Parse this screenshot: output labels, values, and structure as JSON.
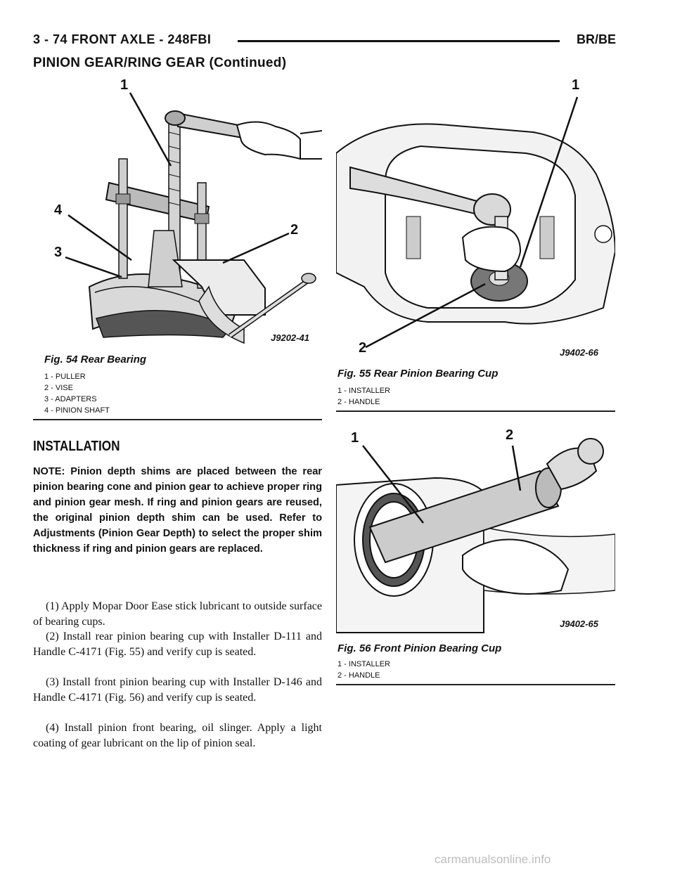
{
  "header": {
    "left": "3 - 74    FRONT AXLE - 248FBI",
    "right": "BR/BE",
    "continued": "PINION GEAR/RING GEAR (Continued)"
  },
  "fig54": {
    "code": "J9202-41",
    "callouts": [
      "1",
      "2",
      "3",
      "4"
    ],
    "title": "Fig. 54 Rear Bearing",
    "legend": [
      "1 - PULLER",
      "2 - VISE",
      "3 - ADAPTERS",
      "4 - PINION SHAFT"
    ]
  },
  "fig55": {
    "code": "J9402-66",
    "callouts": [
      "1",
      "2"
    ],
    "title": "Fig. 55 Rear Pinion Bearing Cup",
    "legend": [
      "1 - INSTALLER",
      "2 - HANDLE"
    ]
  },
  "fig56": {
    "code": "J9402-65",
    "callouts": [
      "1",
      "2"
    ],
    "title": "Fig. 56 Front Pinion Bearing Cup",
    "legend": [
      "1 - INSTALLER",
      "2 - HANDLE"
    ]
  },
  "installation": {
    "heading": "INSTALLATION",
    "note": "NOTE: Pinion depth shims are placed between the rear pinion bearing cone and pinion gear to achieve proper ring and pinion gear mesh. If ring and pinion gears are reused, the original pinion depth shim can be used. Refer to Adjustments (Pinion Gear Depth) to select the proper shim thickness if ring and pinion gears are replaced.",
    "steps": [
      "(1) Apply Mopar Door Ease stick lubricant to outside surface of bearing cups.",
      "(2) Install rear pinion bearing cup with Installer D-111 and Handle C-4171 (Fig. 55) and verify cup is seated.",
      "(3) Install front pinion bearing cup with Installer D-146 and Handle C-4171 (Fig. 56) and verify cup is seated.",
      "(4) Install pinion front bearing, oil slinger. Apply a light coating of gear lubricant on the lip of pinion seal."
    ]
  },
  "watermark": "carmanualsonline.info"
}
